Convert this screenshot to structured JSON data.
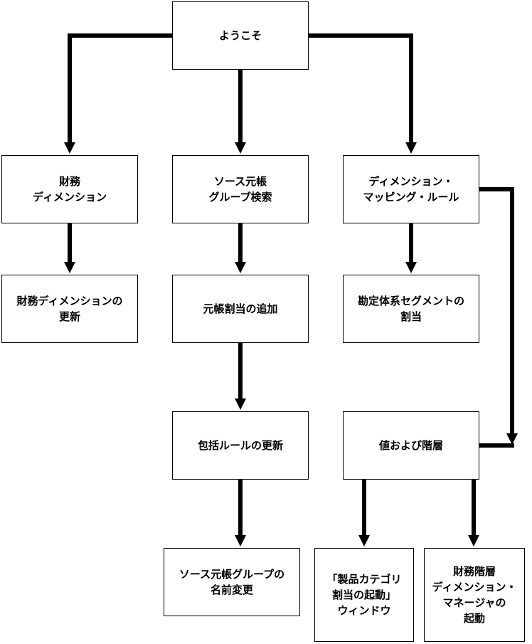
{
  "diagram": {
    "nodes": [
      {
        "id": "welcome",
        "label": "ようこそ"
      },
      {
        "id": "financial-dimension",
        "label": "財務\nディメンション"
      },
      {
        "id": "source-ledger-group-search",
        "label": "ソース元帳\nグループ検索"
      },
      {
        "id": "dimension-mapping-rule",
        "label": "ディメンション・\nマッピング・ルール"
      },
      {
        "id": "update-financial-dimension",
        "label": "財務ディメンションの\n更新"
      },
      {
        "id": "add-ledger-assignment",
        "label": "元帳割当の追加"
      },
      {
        "id": "assign-account-segment",
        "label": "勘定体系セグメントの\n割当"
      },
      {
        "id": "update-inclusive-rule",
        "label": "包括ルールの更新"
      },
      {
        "id": "values-and-hierarchies",
        "label": "値および階層"
      },
      {
        "id": "rename-source-ledger-group",
        "label": "ソース元帳グループの\n名前変更"
      },
      {
        "id": "launch-product-category-window",
        "label": "「製品カテゴリ\n割当の起動」\nウィンドウ"
      },
      {
        "id": "launch-financial-hierarchy-manager",
        "label": "財務階層\nディメンション・\nマネージャの\n起動"
      }
    ],
    "edges": [
      {
        "from": "welcome",
        "to": "financial-dimension"
      },
      {
        "from": "welcome",
        "to": "source-ledger-group-search"
      },
      {
        "from": "welcome",
        "to": "dimension-mapping-rule"
      },
      {
        "from": "financial-dimension",
        "to": "update-financial-dimension"
      },
      {
        "from": "source-ledger-group-search",
        "to": "add-ledger-assignment"
      },
      {
        "from": "dimension-mapping-rule",
        "to": "assign-account-segment"
      },
      {
        "from": "dimension-mapping-rule",
        "to": "values-and-hierarchies"
      },
      {
        "from": "add-ledger-assignment",
        "to": "update-inclusive-rule"
      },
      {
        "from": "update-inclusive-rule",
        "to": "rename-source-ledger-group"
      },
      {
        "from": "values-and-hierarchies",
        "to": "launch-product-category-window"
      },
      {
        "from": "values-and-hierarchies",
        "to": "launch-financial-hierarchy-manager"
      }
    ]
  }
}
